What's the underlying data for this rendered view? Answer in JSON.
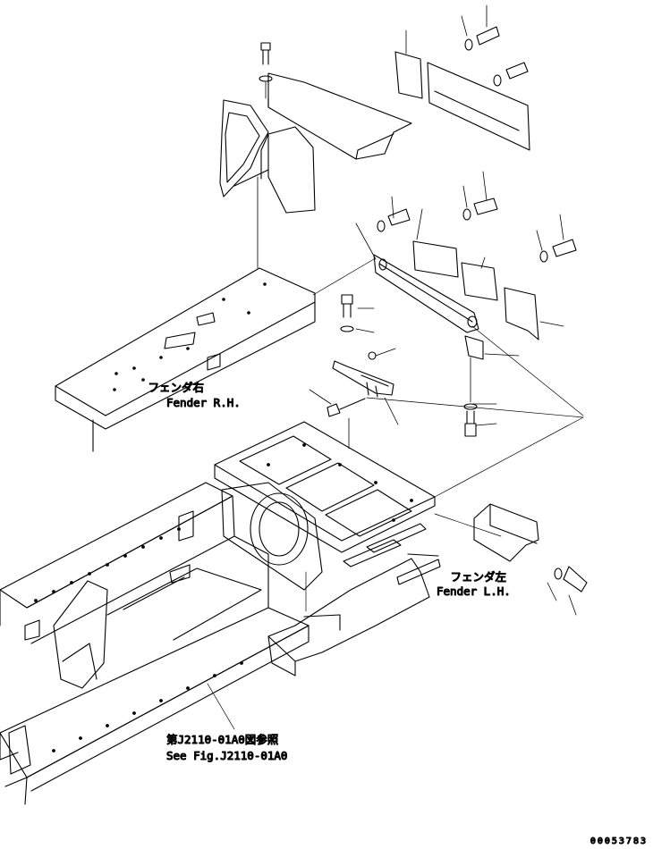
{
  "labels": {
    "fender_rh_jp": "フェンダ右",
    "fender_rh_en": "Fender R.H.",
    "fender_lh_jp": "フェンダ左",
    "fender_lh_en": "Fender L.H.",
    "see_fig_jp": "第J2110-01A0図参照",
    "see_fig_en": "See Fig.J2110-01A0"
  },
  "drawing_number": "00053783",
  "colors": {
    "ink": "#000000",
    "paper": "#ffffff"
  }
}
